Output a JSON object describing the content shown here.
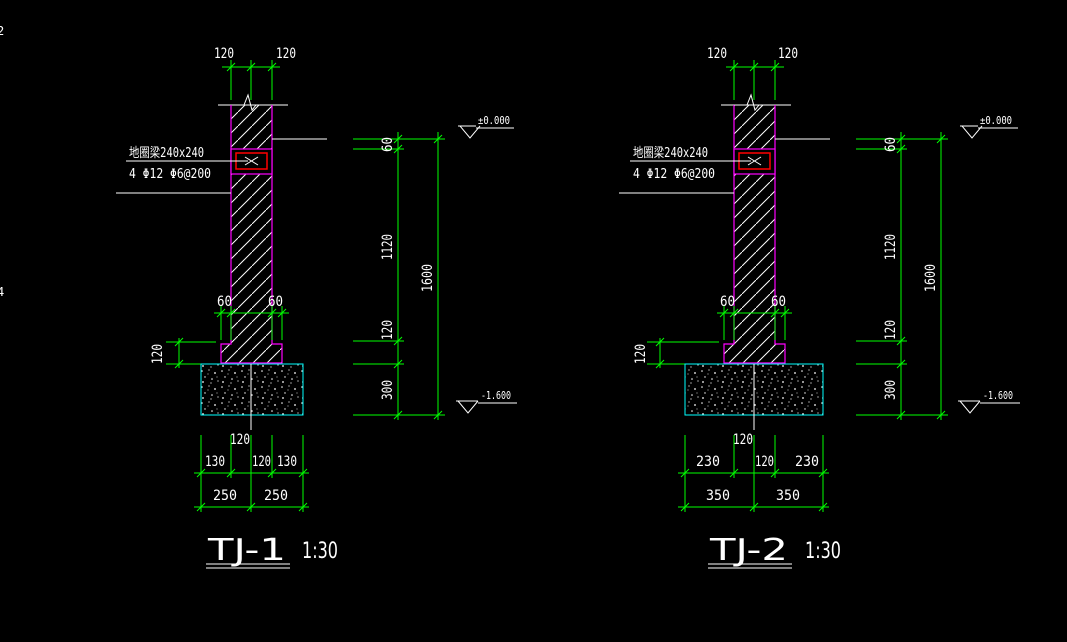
{
  "colors": {
    "background": "#000000",
    "wall": "#ff00ff",
    "dimension": "#00ff00",
    "text": "#ffffff",
    "footing": "#00ffff",
    "beam": "#ff0000"
  },
  "edge_marks": [
    "2",
    "4"
  ],
  "details": [
    {
      "id": "tj1",
      "top_dims": [
        "120",
        "120"
      ],
      "beam_label": "地圈梁240x240",
      "rebar_label": "4 Φ12  Φ6@200",
      "step_dims": [
        "60",
        "60"
      ],
      "step_height": "120",
      "right_dims": [
        "60",
        "1120",
        "120",
        "300"
      ],
      "total_height": "1600",
      "elev_top": "±0.000",
      "elev_bottom": "-1.600",
      "bottom_center": "120",
      "bottom_row1": [
        "130",
        "120",
        "130"
      ],
      "bottom_row2": [
        "250",
        "250"
      ],
      "title": "TJ-1",
      "scale": "1:30"
    },
    {
      "id": "tj2",
      "top_dims": [
        "120",
        "120"
      ],
      "beam_label": "地圈梁240x240",
      "rebar_label": "4 Φ12  Φ6@200",
      "step_dims": [
        "60",
        "60"
      ],
      "step_height": "120",
      "right_dims": [
        "60",
        "1120",
        "120",
        "300"
      ],
      "total_height": "1600",
      "elev_top": "±0.000",
      "elev_bottom": "-1.600",
      "bottom_center": "120",
      "bottom_row1": [
        "230",
        "120",
        "230"
      ],
      "bottom_row2": [
        "350",
        "350"
      ],
      "title": "TJ-2",
      "scale": "1:30"
    }
  ]
}
